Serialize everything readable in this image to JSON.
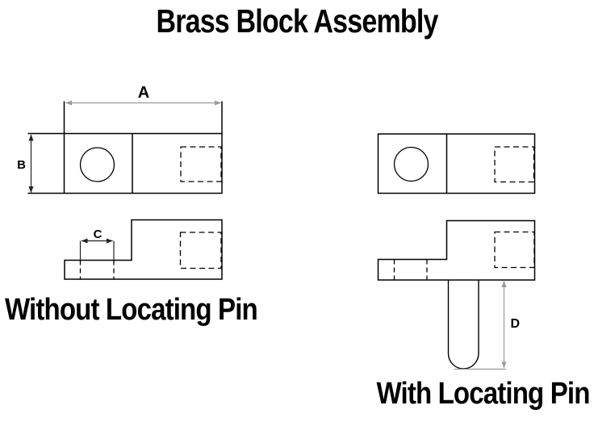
{
  "title": "Brass Block Assembly",
  "left_assembly": {
    "caption": "Without Locating Pin"
  },
  "right_assembly": {
    "caption": "With Locating Pin"
  },
  "dim_labels": {
    "a": "A",
    "b": "B",
    "c": "C",
    "d": "D"
  },
  "colors": {
    "background": "#ffffff",
    "object_line": "#000000",
    "dimension_line_light": "#999999",
    "dimension_line_dark": "#222222",
    "text": "#000000"
  }
}
